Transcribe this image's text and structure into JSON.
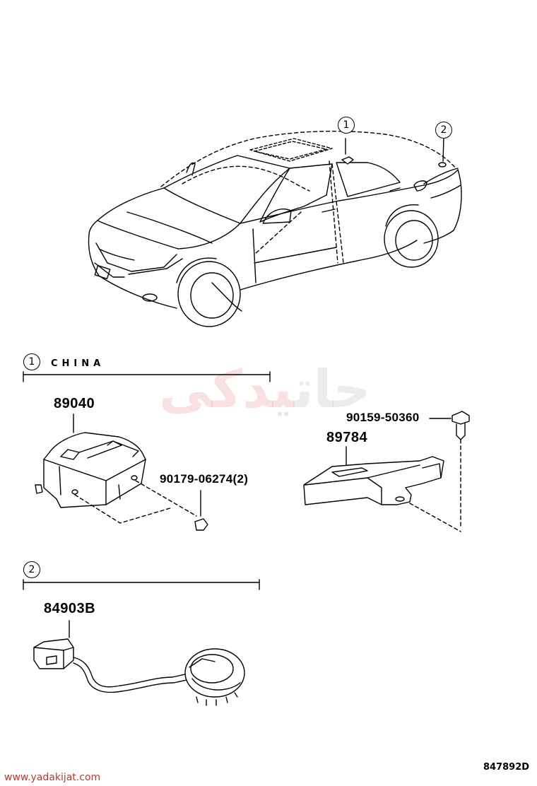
{
  "callouts": {
    "car_ref_1": "1",
    "car_ref_2": "2"
  },
  "sections": [
    {
      "ref": "1",
      "title": "CHINA"
    },
    {
      "ref": "2",
      "title": ""
    }
  ],
  "parts": {
    "ecu": "89040",
    "nut": "90179-06274(2)",
    "bolt": "90159-50360",
    "sensor": "89784",
    "harness": "84903B"
  },
  "watermark": {
    "text_red": "یدکی",
    "text_grey": "جات",
    "color": "#dc2828"
  },
  "footer": {
    "url": "www.yadakijat.com",
    "diagram_id": "847892D"
  }
}
